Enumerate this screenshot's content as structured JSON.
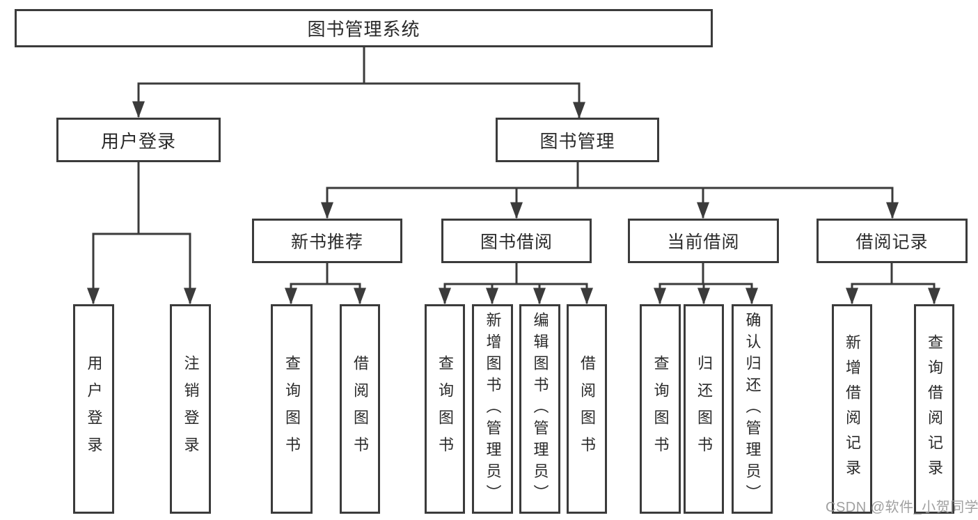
{
  "colors": {
    "line": "#3b3b3b",
    "text": "#2a2a2a",
    "watermark": "#989898",
    "background": "#ffffff"
  },
  "root": {
    "label": "图书管理系统"
  },
  "user_branch": {
    "label": "用户登录",
    "leaves": [
      "用户登录",
      "注销登录"
    ]
  },
  "book_branch": {
    "label": "图书管理",
    "groups": [
      {
        "label": "新书推荐",
        "leaves": [
          "查询图书",
          "借阅图书"
        ]
      },
      {
        "label": "图书借阅",
        "leaves": [
          "查询图书",
          "新增图书（管理员）",
          "编辑图书（管理员）",
          "借阅图书"
        ]
      },
      {
        "label": "当前借阅",
        "leaves": [
          "查询图书",
          "归还图书",
          "确认归还（管理员）"
        ]
      },
      {
        "label": "借阅记录",
        "leaves": [
          "新增借阅记录",
          "查询借阅记录"
        ]
      }
    ]
  },
  "watermark": "CSDN @软件_小贺同学"
}
